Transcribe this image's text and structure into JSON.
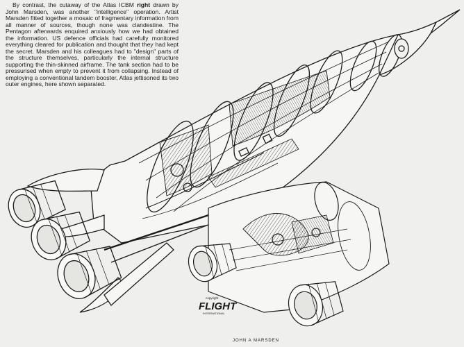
{
  "caption": {
    "part1": "By contrast, the cutaway of the Atlas ICBM ",
    "emph": "right",
    "part2": " drawn by John Marsden, was another \"intelligence\" operation. Artist Marsden fitted together a mosaic of fragmentary information from all manner of sources, though none was clandestine. The Pentagon afterwards enquired anxiously how we had obtained the information. US defence officials had carefully monitored everything cleared for publication and thought that they had kept the secret. Marsden and his colleagues had to \"design\" parts of the structure themselves, particularly the internal structure supporting the thin-skinned airframe. The tank section had to be pressurised when empty to prevent it from collapsing. Instead of employing a conventional tandem booster, Atlas jettisoned its two outer engines, here shown separated."
  },
  "credit": {
    "copyright": "copyright",
    "brand": "FLIGHT",
    "sub": "INTERNATIONAL",
    "signature": "JOHN A MARSDEN"
  },
  "colors": {
    "paper": "#efefed",
    "ink": "#1b1b1b"
  }
}
